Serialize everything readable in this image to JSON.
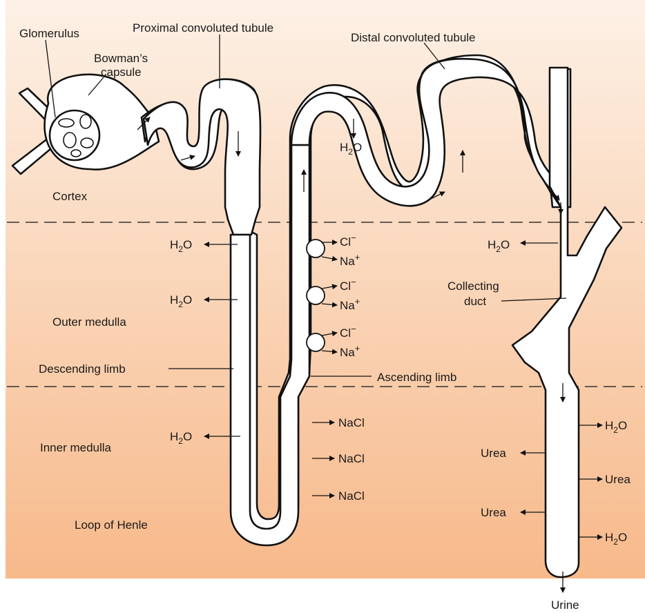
{
  "colors": {
    "bg_top": "#fdf1e6",
    "bg_bottom": "#f7b98a",
    "outline": "#111111",
    "tube_fill": "#ffffff"
  },
  "labels": {
    "glomerulus": "Glomerulus",
    "bowmans_capsule_1": "Bowman’s",
    "bowmans_capsule_2": "capsule",
    "proximal": "Proximal convoluted tubule",
    "distal": "Distal convoluted tubule",
    "cortex": "Cortex",
    "outer_medulla": "Outer medulla",
    "inner_medulla": "Inner medulla",
    "descending_limb": "Descending limb",
    "ascending_limb": "Ascending limb",
    "loop_of_henle": "Loop of Henle",
    "collecting_duct_1": "Collecting",
    "collecting_duct_2": "duct",
    "urine": "Urine"
  },
  "chem": {
    "h2o_h": "H",
    "h2o_sub": "2",
    "h2o_o": "O",
    "cl": "Cl",
    "cl_charge": "−",
    "na": "Na",
    "na_charge": "+",
    "nacl": "NaCl",
    "urea": "Urea"
  }
}
